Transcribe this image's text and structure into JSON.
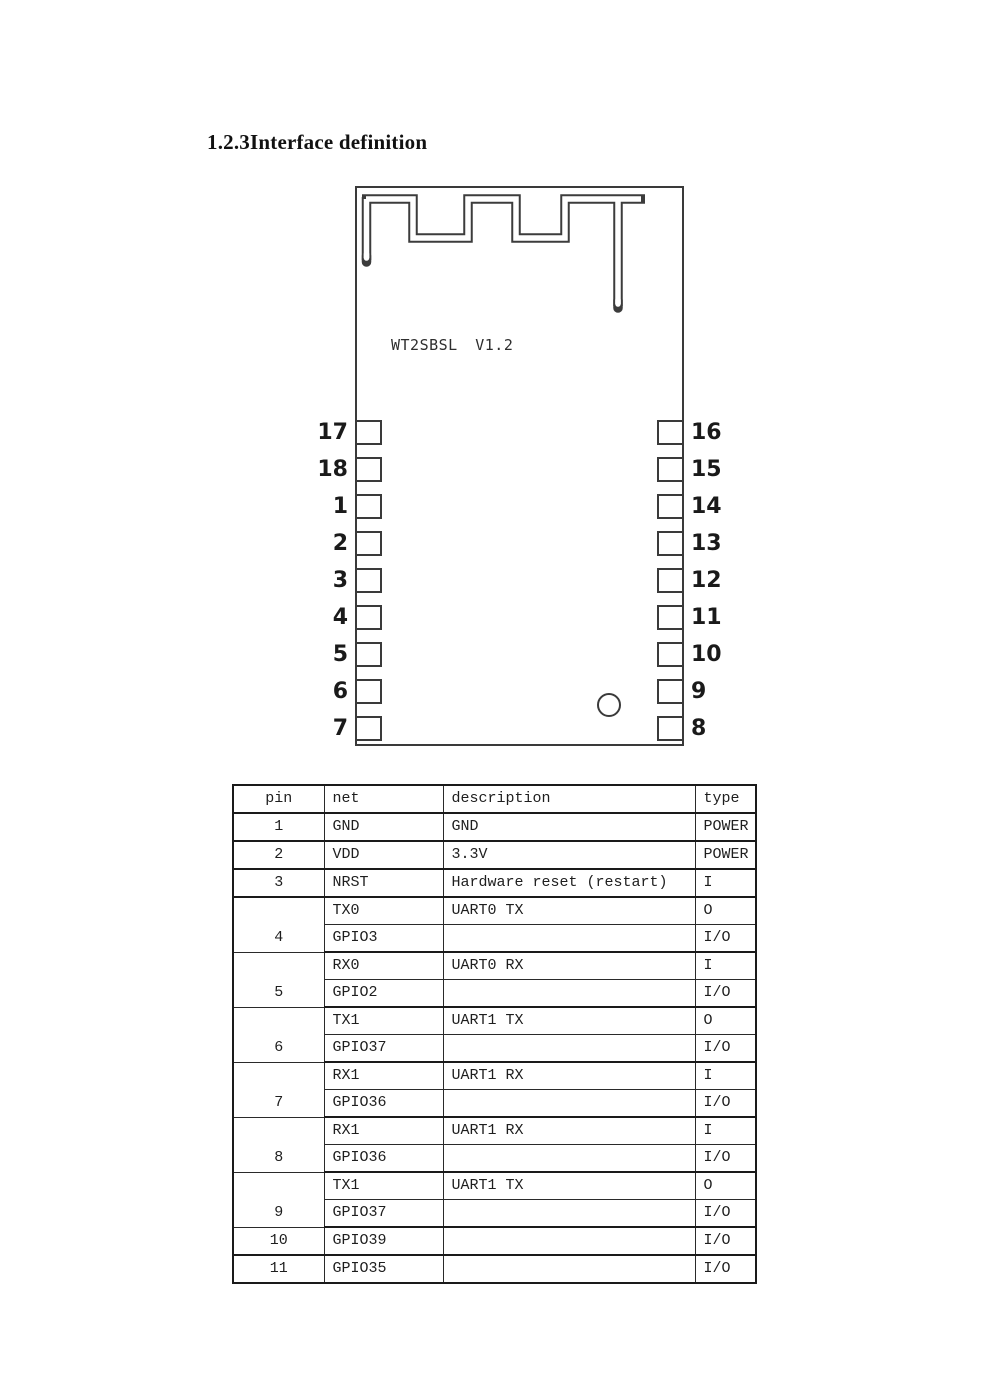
{
  "page": {
    "title": "1.2.3Interface definition"
  },
  "diagram": {
    "module_label": "WT2SBSL V1.2",
    "line_color": "#3a3a3a",
    "left_pins": [
      "17",
      "18",
      "1",
      "2",
      "3",
      "4",
      "5",
      "6",
      "7"
    ],
    "right_pins": [
      "16",
      "15",
      "14",
      "13",
      "12",
      "11",
      "10",
      "9",
      "8"
    ]
  },
  "table": {
    "headers": [
      "pin",
      "net",
      "description",
      "type"
    ],
    "rows": [
      {
        "pin": "1",
        "net": "GND",
        "desc": "GND",
        "type": "POWER"
      },
      {
        "pin": "2",
        "net": "VDD",
        "desc": "3.3V",
        "type": "POWER"
      },
      {
        "pin": "3",
        "net": "NRST",
        "desc": "Hardware reset (restart)",
        "type": "I"
      },
      {
        "pin": "4",
        "net": "TX0",
        "desc": "UART0 TX",
        "type": "O"
      },
      {
        "net": "GPIO3",
        "desc": "",
        "type": "I/O"
      },
      {
        "pin": "5",
        "net": "RX0",
        "desc": "UART0 RX",
        "type": "I"
      },
      {
        "net": "GPIO2",
        "desc": "",
        "type": "I/O"
      },
      {
        "pin": "6",
        "net": "TX1",
        "desc": "UART1 TX",
        "type": "O"
      },
      {
        "net": "GPIO37",
        "desc": "",
        "type": "I/O"
      },
      {
        "pin": "7",
        "net": "RX1",
        "desc": "UART1 RX",
        "type": "I"
      },
      {
        "net": "GPIO36",
        "desc": "",
        "type": "I/O"
      },
      {
        "pin": "8",
        "net": "RX1",
        "desc": "UART1 RX",
        "type": "I"
      },
      {
        "net": "GPIO36",
        "desc": "",
        "type": "I/O"
      },
      {
        "pin": "9",
        "net": "TX1",
        "desc": "UART1 TX",
        "type": "O"
      },
      {
        "net": "GPIO37",
        "desc": "",
        "type": "I/O"
      },
      {
        "pin": "10",
        "net": "GPIO39",
        "desc": "",
        "type": "I/O"
      },
      {
        "pin": "11",
        "net": "GPIO35",
        "desc": "",
        "type": "I/O"
      }
    ]
  }
}
